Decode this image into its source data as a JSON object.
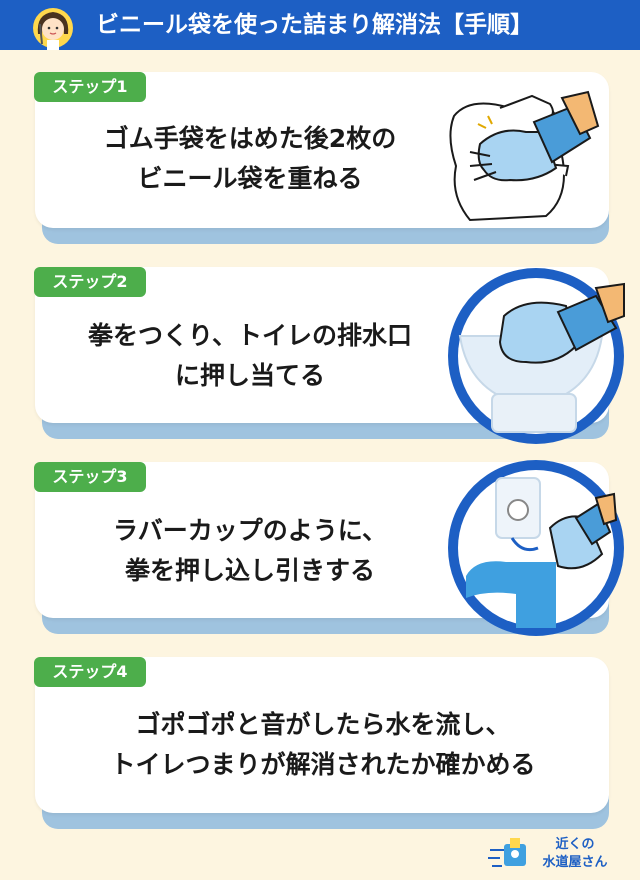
{
  "header": {
    "title": "ビニール袋を使った詰まり解消法【手順】"
  },
  "steps": [
    {
      "badge": "ステップ1",
      "line1": "ゴム手袋をはめた後2枚の",
      "line2": "ビニール袋を重ねる"
    },
    {
      "badge": "ステップ2",
      "line1": "拳をつくり、トイレの排水口",
      "line2": "に押し当てる"
    },
    {
      "badge": "ステップ3",
      "line1": "ラバーカップのように、",
      "line2": "拳を押し込し引きする"
    },
    {
      "badge": "ステップ4",
      "line1": "ゴポゴポと音がしたら水を流し、",
      "line2": "トイレつまりが解消されたか確かめる"
    }
  ],
  "logo": {
    "line1": "近くの",
    "line2": "水道屋さん"
  },
  "colors": {
    "header_bg": "#1d5fc4",
    "page_bg": "#fdf5e0",
    "badge_green": "#4dae4b",
    "card_shadow": "#9fc3df"
  },
  "icons": [
    "woman-avatar-icon",
    "glove-bag-icon",
    "toilet-drain-icon",
    "pipe-drain-icon",
    "plumber-logo-icon"
  ]
}
